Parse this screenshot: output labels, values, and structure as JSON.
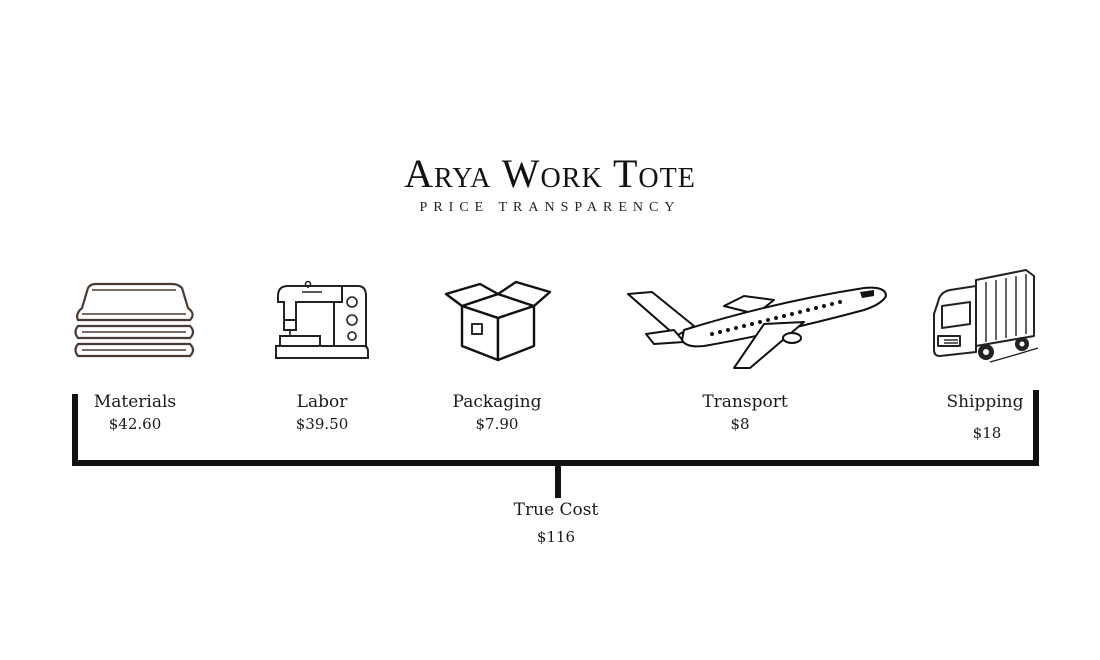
{
  "header": {
    "title": "Arya Work Tote",
    "subtitle": "PRICE TRANSPARENCY"
  },
  "costs": [
    {
      "label": "Materials",
      "value": "$42.60",
      "icon": "folded-fabric-icon"
    },
    {
      "label": "Labor",
      "value": "$39.50",
      "icon": "sewing-machine-icon"
    },
    {
      "label": "Packaging",
      "value": "$7.90",
      "icon": "open-box-icon"
    },
    {
      "label": "Transport",
      "value": "$8",
      "icon": "airplane-icon"
    },
    {
      "label": "Shipping",
      "value": "$18",
      "icon": "delivery-truck-icon"
    }
  ],
  "total": {
    "label": "True Cost",
    "value": "$116"
  },
  "colors": {
    "line": "#111111",
    "fabric_outline": "#4a3b32",
    "text": "#1a1a1a"
  }
}
